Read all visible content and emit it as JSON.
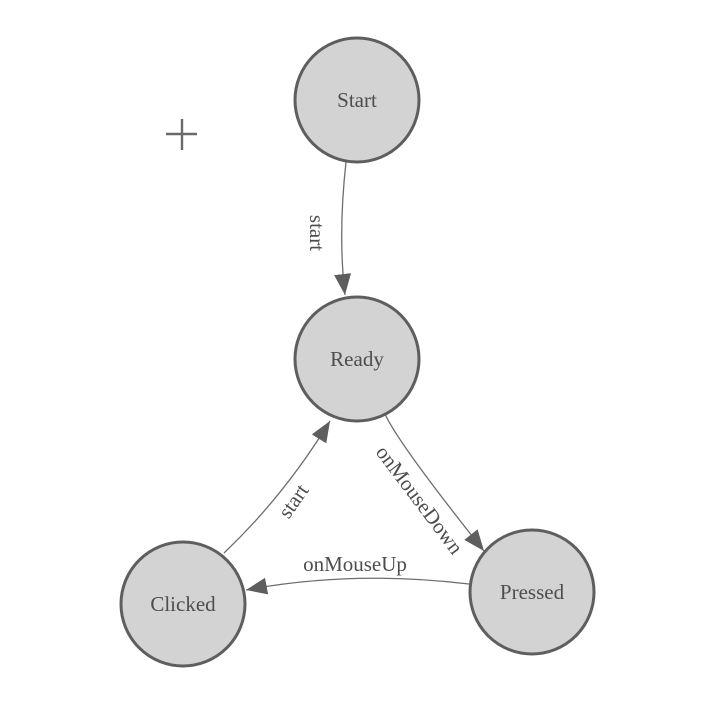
{
  "canvas": {
    "background": "#ffffff"
  },
  "colors": {
    "node_fill": "#d3d3d3",
    "node_stroke": "#5e5e5e",
    "edge_stroke": "#6e6e6e",
    "arrow_fill": "#5e5e5e",
    "label_color": "#4d4d4d",
    "crosshair_color": "#6a6a6a"
  },
  "diagram": {
    "nodes": [
      {
        "id": "start",
        "label": "Start"
      },
      {
        "id": "ready",
        "label": "Ready"
      },
      {
        "id": "clicked",
        "label": "Clicked"
      },
      {
        "id": "pressed",
        "label": "Pressed"
      }
    ],
    "edges": [
      {
        "id": "start-to-ready",
        "from": "start",
        "to": "ready",
        "label": "start"
      },
      {
        "id": "clicked-to-ready",
        "from": "clicked",
        "to": "ready",
        "label": "start"
      },
      {
        "id": "ready-to-pressed",
        "from": "ready",
        "to": "pressed",
        "label": "onMouseDown"
      },
      {
        "id": "pressed-to-clicked",
        "from": "pressed",
        "to": "clicked",
        "label": "onMouseUp"
      }
    ]
  }
}
